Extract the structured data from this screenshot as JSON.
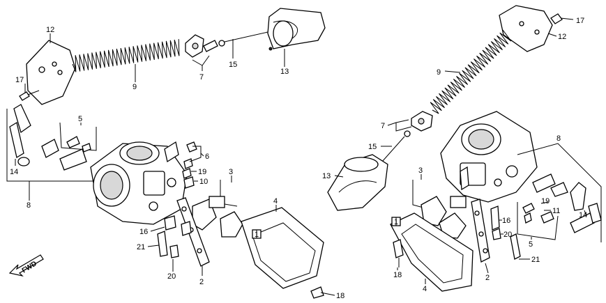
{
  "fwd_label": "FWD",
  "callouts": {
    "c12_left": "12",
    "c17_left": "17",
    "c9_left": "9",
    "c7_left": "7",
    "c15_left": "15",
    "c13_left": "13",
    "c5_left": "5",
    "c14_left": "14",
    "c8_left": "8",
    "c6_left": "6",
    "c19_left": "19",
    "c10_left": "10",
    "c3_left": "3",
    "c4_left": "4",
    "c1_left": "1",
    "c16_left": "16",
    "c21_left": "21",
    "c20_left": "20",
    "c2_left": "2",
    "c18_left": "18",
    "c17_right": "17",
    "c12_right": "12",
    "c9_right": "9",
    "c7_right": "7",
    "c15_right": "15",
    "c13_right": "13",
    "c8_right": "8",
    "c3_right": "3",
    "c1_right": "1",
    "c16_right": "16",
    "c20_right": "20",
    "c19_right": "19",
    "c11_right": "11",
    "c5_right": "5",
    "c14_right": "14",
    "c21_right": "21",
    "c2_right": "2",
    "c18_right": "18",
    "c4_right": "4"
  }
}
